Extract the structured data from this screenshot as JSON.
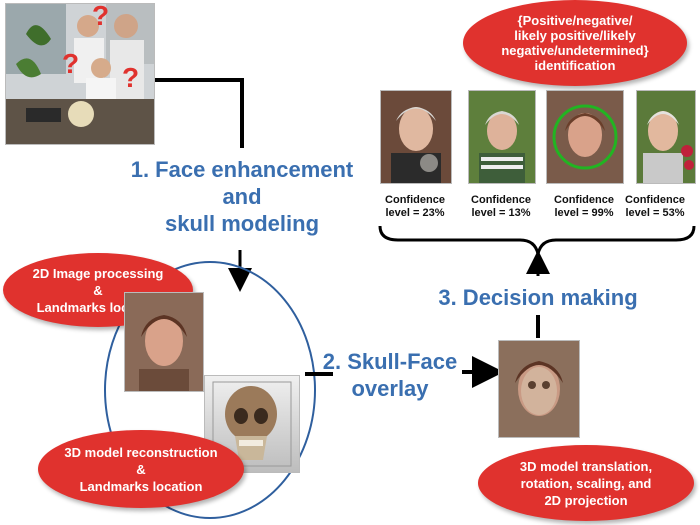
{
  "steps": {
    "step1_line1": "1. Face enhancement",
    "step1_line2": "and",
    "step1_line3": "skull modeling",
    "step2_line1": "2. Skull-Face",
    "step2_line2": "overlay",
    "step3": "3. Decision making"
  },
  "bubbles": {
    "identification_line1": "{Positive/negative/",
    "identification_line2": "likely positive/likely",
    "identification_line3": "negative/undetermined}",
    "identification_line4": "identification",
    "image_processing_line1": "2D Image processing",
    "image_processing_line2": "&",
    "image_processing_line3": "Landmarks location",
    "model_reconstruction_line1": "3D model reconstruction",
    "model_reconstruction_line2": "&",
    "model_reconstruction_line3": "Landmarks location",
    "model_translation_line1": "3D model translation,",
    "model_translation_line2": "rotation, scaling, and",
    "model_translation_line3": "2D projection"
  },
  "candidates": [
    {
      "confidence_label": "Confidence",
      "confidence_value": "level = 23%"
    },
    {
      "confidence_label": "Confidence",
      "confidence_value": "level = 13%"
    },
    {
      "confidence_label": "Confidence",
      "confidence_value": "level = 99%"
    },
    {
      "confidence_label": "Confidence",
      "confidence_value": "level = 53%"
    }
  ],
  "question_marks": [
    "?",
    "?",
    "?"
  ],
  "colors": {
    "bubble_red": "#e0322e",
    "step_blue": "#3a6fb0",
    "highlight_green": "#22b422",
    "ellipse_blue": "#2f5f9e"
  }
}
